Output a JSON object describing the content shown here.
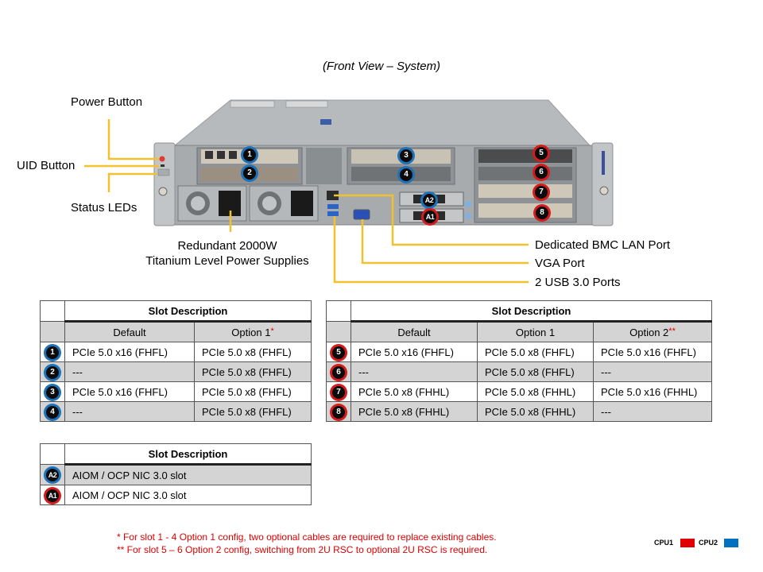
{
  "view_title": "(Front View – System)",
  "callouts": {
    "power_button": "Power Button",
    "uid_button": "UID Button",
    "status_leds": "Status LEDs",
    "psu_line1": "Redundant  2000W",
    "psu_line2": "Titanium  Level Power Supplies",
    "bmc_lan": "Dedicated BMC LAN Port",
    "vga": "VGA Port",
    "usb": "2 USB 3.0 Ports"
  },
  "colors": {
    "cpu1": "#e00000",
    "cpu2": "#0070c0",
    "callout_line": "#f2c12e",
    "footnote": "#e00000"
  },
  "slot_markers": [
    {
      "id": "1",
      "cpu": "cpu2"
    },
    {
      "id": "2",
      "cpu": "cpu2"
    },
    {
      "id": "3",
      "cpu": "cpu2"
    },
    {
      "id": "4",
      "cpu": "cpu2"
    },
    {
      "id": "5",
      "cpu": "cpu1"
    },
    {
      "id": "6",
      "cpu": "cpu1"
    },
    {
      "id": "7",
      "cpu": "cpu1"
    },
    {
      "id": "8",
      "cpu": "cpu1"
    },
    {
      "id": "A2",
      "cpu": "cpu2"
    },
    {
      "id": "A1",
      "cpu": "cpu1"
    }
  ],
  "table1": {
    "title": "Slot Description",
    "columns": [
      "Default",
      "Option 1"
    ],
    "column_marks": [
      "",
      "*"
    ],
    "rows": [
      {
        "slot": "1",
        "values": [
          "PCIe  5.0 x16 (FHFL)",
          "PCIe  5.0 x8 (FHFL)"
        ]
      },
      {
        "slot": "2",
        "values": [
          "---",
          "PCIe  5.0 x8 (FHFL)"
        ]
      },
      {
        "slot": "3",
        "values": [
          "PCIe  5.0 x16 (FHFL)",
          "PCIe  5.0 x8 (FHFL)"
        ]
      },
      {
        "slot": "4",
        "values": [
          "---",
          "PCIe  5.0 x8 (FHFL)"
        ]
      }
    ]
  },
  "table2": {
    "title": "Slot Description",
    "columns": [
      "Default",
      "Option 1",
      "Option 2"
    ],
    "column_marks": [
      "",
      "",
      "**"
    ],
    "rows": [
      {
        "slot": "5",
        "values": [
          "PCIe  5.0 x16 (FHFL)",
          "PCIe  5.0 x8 (FHFL)",
          "PCIe  5.0 x16 (FHFL)"
        ]
      },
      {
        "slot": "6",
        "values": [
          "---",
          "PCIe  5.0 x8 (FHFL)",
          "---"
        ]
      },
      {
        "slot": "7",
        "values": [
          "PCIe  5.0 x8 (FHHL)",
          "PCIe  5.0 x8 (FHHL)",
          "PCIe  5.0 x16 (FHHL)"
        ]
      },
      {
        "slot": "8",
        "values": [
          "PCIe  5.0 x8 (FHHL)",
          "PCIe  5.0 x8 (FHHL)",
          "---"
        ]
      }
    ]
  },
  "table3": {
    "title": "Slot Description",
    "rows": [
      {
        "slot": "A2",
        "value": "AIOM  / OCP NIC  3.0 slot"
      },
      {
        "slot": "A1",
        "value": "AIOM  / OCP NIC  3.0 slot"
      }
    ]
  },
  "footnotes": [
    "* For slot 1 - 4 Option 1 config, two optional cables are required  to replace  existing cables.",
    "** For slot 5 – 6 Option 2 config, switching from 2U RSC to optional 2U RSC is required."
  ],
  "legend": {
    "cpu1_label": "CPU1",
    "cpu2_label": "CPU2"
  }
}
